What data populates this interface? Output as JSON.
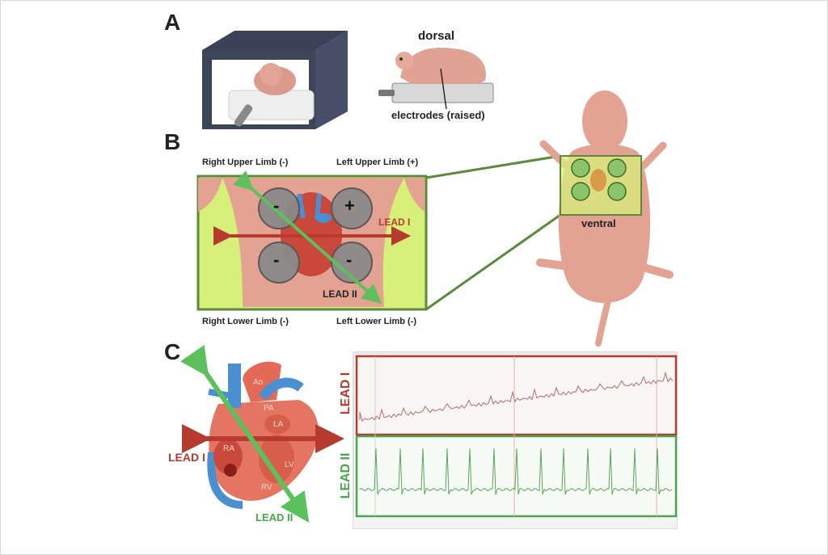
{
  "panels": {
    "a": "A",
    "b": "B",
    "c": "C"
  },
  "panel_a": {
    "dorsal_label": "dorsal",
    "electrodes_label": "electrodes (raised)"
  },
  "panel_b": {
    "right_upper": "Right Upper Limb  (-)",
    "left_upper": "Left Upper Limb  (+)",
    "right_lower": "Right Lower Limb  (-)",
    "left_lower": "Left Lower Limb  (-)",
    "lead1": "LEAD I",
    "lead2": "LEAD II",
    "ventral_label": "ventral",
    "electrode_signs": [
      "-",
      "+",
      "-",
      "-"
    ]
  },
  "panel_c": {
    "lead1": "LEAD I",
    "lead2": "LEAD II",
    "heart_labels": {
      "ao": "Ao",
      "pa": "PA",
      "la": "LA",
      "ra": "RA",
      "lv": "LV",
      "rv": "RV"
    },
    "trace_lead1": "LEAD I",
    "trace_lead2": "LEAD II"
  },
  "colors": {
    "lead1": "#b63a2e",
    "lead2": "#5cc05c",
    "skin": "#e4a293",
    "highlight": "#d7f07a",
    "electrode": "#8a8a8a",
    "box_green": "#5b8a3c"
  }
}
